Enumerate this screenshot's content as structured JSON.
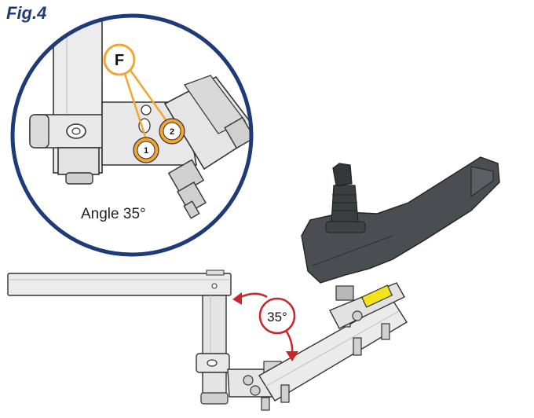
{
  "figure": {
    "label": "Fig.4",
    "callout_letter": "F",
    "point_1": "1",
    "point_2": "2",
    "angle_caption": "Angle 35°",
    "angle_badge": "35°"
  },
  "colors": {
    "frame": "#1f3a78",
    "callout": "#f3a530",
    "angle_marker": "#c9262c",
    "metal": "#dcdcdc",
    "handset": "#4a4d51",
    "bracket_accent": "#f2e31a"
  },
  "icons": [
    "joystick-icon",
    "hex-nut-icon",
    "angle-arrow-icon"
  ]
}
